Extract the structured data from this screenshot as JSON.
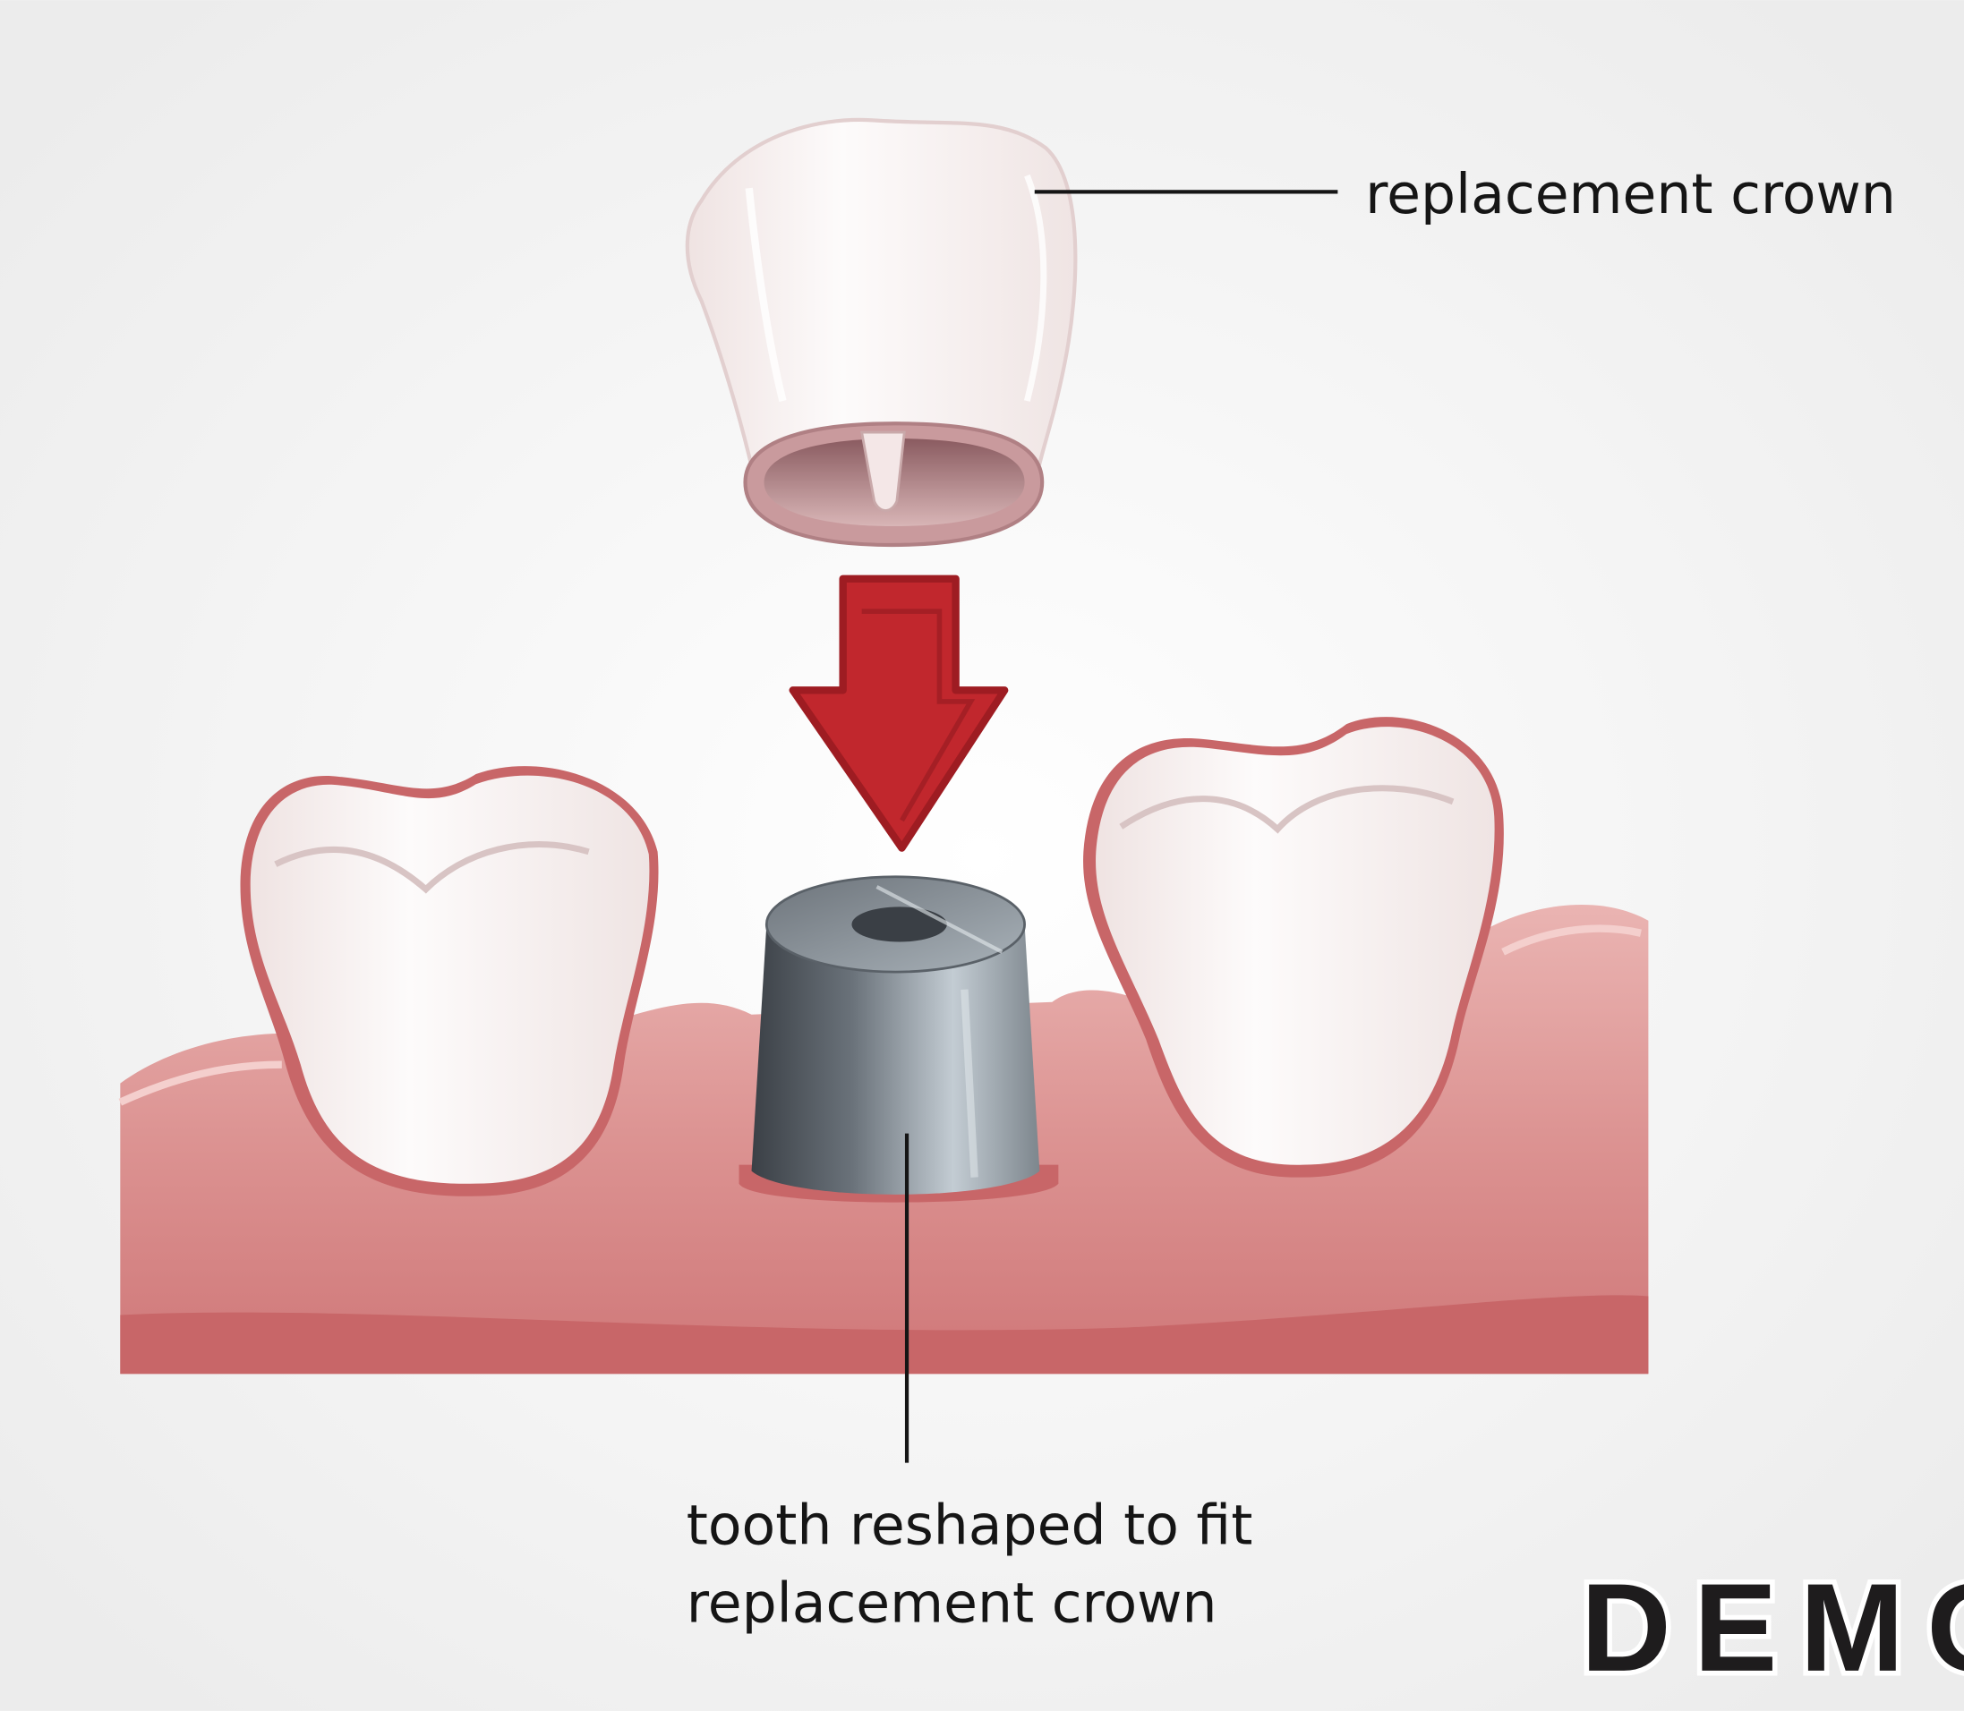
{
  "labels": {
    "crown": "replacement crown",
    "abutment_line1": "tooth reshaped to fit",
    "abutment_line2": "replacement crown"
  },
  "watermark": "DEMO",
  "colors": {
    "arrow": "#c1272d",
    "arrow_border": "#9e1c22",
    "gum_light": "#eab0ae",
    "gum_mid": "#d98a89",
    "gum_dark": "#c86668",
    "tooth": "#f7f2f1",
    "abutment_dark": "#3b4046",
    "abutment_light": "#c3ccd3"
  }
}
